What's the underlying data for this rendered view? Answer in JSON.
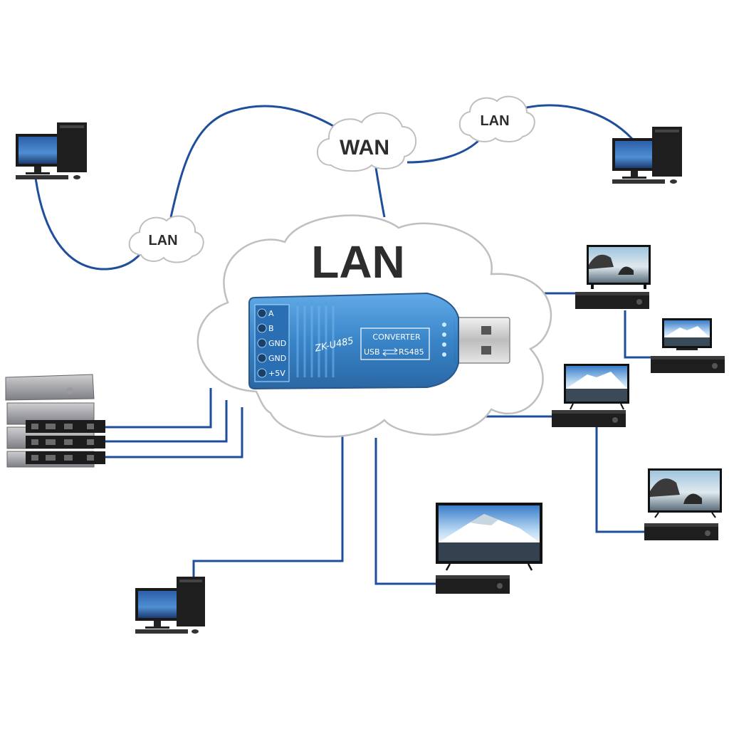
{
  "clouds": {
    "wan": "WAN",
    "lan_top_left": "LAN",
    "lan_top_right": "LAN",
    "lan_center": "LAN"
  },
  "converter": {
    "model": "ZK-U485",
    "title": "CONVERTER",
    "usb_label": "USB",
    "rs485_label": "RS485",
    "pins": [
      "A",
      "B",
      "GND",
      "GND",
      "+5V"
    ]
  },
  "colors": {
    "cable": "#1f4e9c",
    "converter_body": "#2f7fc6",
    "cloud_fill": "#ffffff",
    "cloud_stroke": "#b8b8b8"
  }
}
